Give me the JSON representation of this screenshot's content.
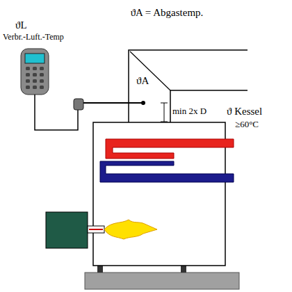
{
  "diagram": {
    "labels": [
      "ϑA = Abgastemp.",
      "ϑL",
      "Verbr.-Luft.-Temp",
      "ϑA",
      "min 2x D",
      "ϑ Kessel",
      "≥60°C"
    ]
  }
}
